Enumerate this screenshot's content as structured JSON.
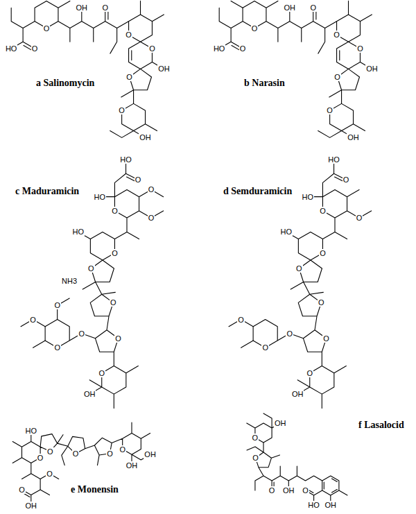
{
  "diagram": {
    "labels": [
      "HO",
      "O",
      "O",
      "OH",
      "O",
      "O",
      "O",
      "OH",
      "O",
      "O",
      "OH",
      "a Salinomycin",
      "HO",
      "O",
      "O",
      "OH",
      "O",
      "O",
      "O",
      "OH",
      "O",
      "O",
      "OH",
      "b Narasin",
      "HO",
      "O",
      "HO",
      "O",
      "O",
      "O",
      "c Maduramicin",
      "HO",
      "O",
      "O",
      "NH3",
      "O",
      "O",
      "O",
      "O",
      "O",
      "O",
      "O",
      "OH",
      "HO",
      "O",
      "HO",
      "O",
      "O",
      "d Semduramicin",
      "HO",
      "O",
      "O",
      "O",
      "O",
      "O",
      "O",
      "O",
      "O",
      "OH",
      "HO",
      "O",
      "O",
      "O",
      "O",
      "O",
      "OH",
      "OH",
      "O",
      "O",
      "OH",
      "e Monensin",
      "f Lasalocid",
      "OH",
      "O",
      "O",
      "O",
      "OH",
      "O",
      "HO",
      "OH"
    ]
  }
}
